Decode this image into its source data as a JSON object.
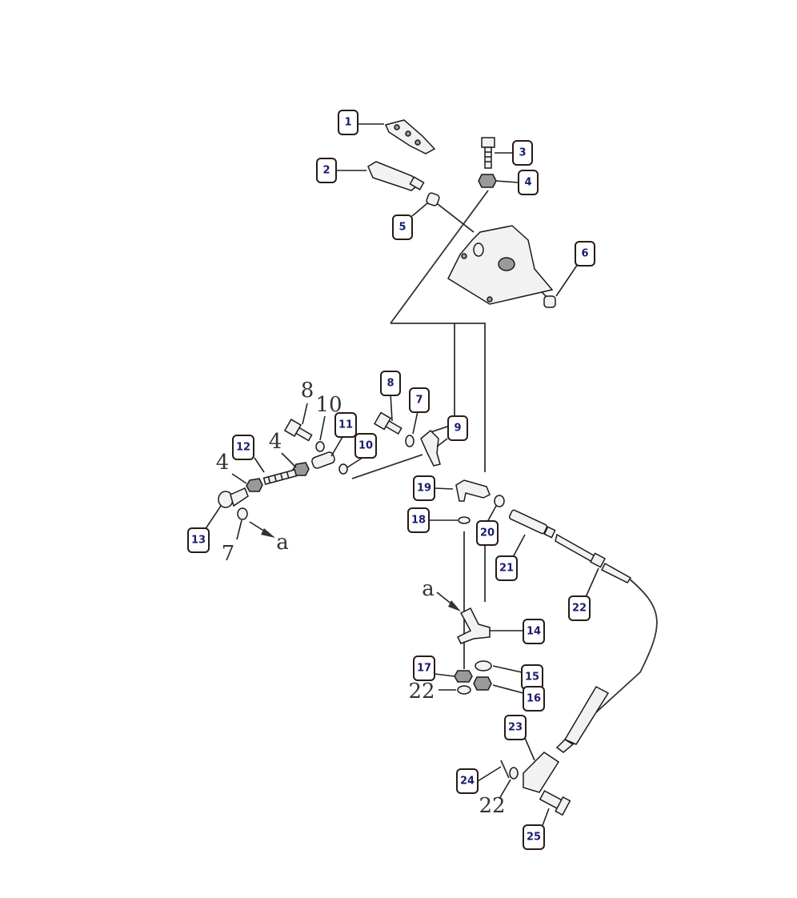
{
  "callouts": [
    "1",
    "2",
    "3",
    "4",
    "5",
    "6",
    "8",
    "7",
    "9",
    "11",
    "10",
    "12",
    "13",
    "19",
    "18",
    "20",
    "21",
    "22",
    "14",
    "17",
    "15",
    "16",
    "23",
    "24",
    "25"
  ],
  "plain_labels": [
    "8",
    "10",
    "4",
    "4",
    "7",
    "a",
    "a",
    "22",
    "22"
  ]
}
